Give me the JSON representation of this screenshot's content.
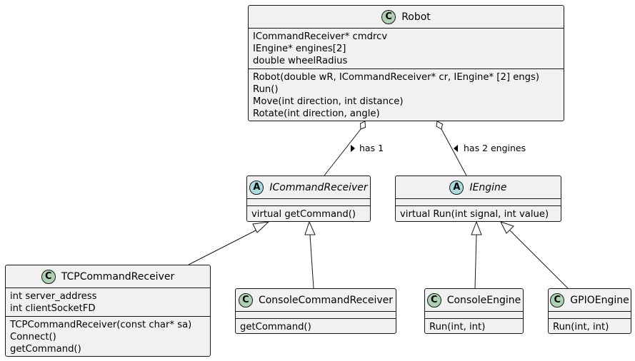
{
  "classes": {
    "robot": {
      "stereotype": "C",
      "name": "Robot",
      "fields": [
        "ICommandReceiver* cmdrcv",
        "IEngine* engines[2]",
        "double wheelRadius"
      ],
      "methods": [
        "Robot(double wR, ICommandReceiver* cr, IEngine* [2] engs)",
        "Run()",
        "Move(int direction, int distance)",
        "Rotate(int direction, angle)"
      ]
    },
    "icommandreceiver": {
      "stereotype": "A",
      "name": "ICommandReceiver",
      "methods": [
        "virtual getCommand()"
      ]
    },
    "iengine": {
      "stereotype": "A",
      "name": "IEngine",
      "methods": [
        "virtual Run(int signal, int value)"
      ]
    },
    "tcpcommandreceiver": {
      "stereotype": "C",
      "name": "TCPCommandReceiver",
      "fields": [
        "int server_address",
        "int clientSocketFD"
      ],
      "methods": [
        "TCPCommandReceiver(const char* sa)",
        "Connect()",
        "getCommand()"
      ]
    },
    "consolecommandreceiver": {
      "stereotype": "C",
      "name": "ConsoleCommandReceiver",
      "methods": [
        "getCommand()"
      ]
    },
    "consoleengine": {
      "stereotype": "C",
      "name": "ConsoleEngine",
      "methods": [
        "Run(int, int)"
      ]
    },
    "gpioengine": {
      "stereotype": "C",
      "name": "GPIOEngine",
      "methods": [
        "Run(int, int)"
      ]
    }
  },
  "relations": {
    "has_receiver": "has 1",
    "has_engines": "has 2 engines"
  }
}
